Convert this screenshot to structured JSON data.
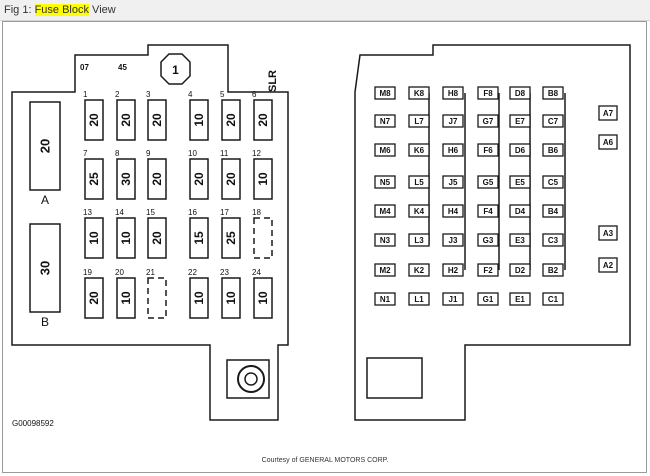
{
  "title": {
    "prefix": "Fig 1: ",
    "highlight": "Fuse Block",
    "suffix": " View"
  },
  "figure_code": "G00098592",
  "courtesy": "Courtesy of GENERAL MOTORS CORP.",
  "colors": {
    "highlight": "#ffff00",
    "line": "#1a1a1a"
  },
  "left_block": {
    "top_labels": [
      "07",
      "45"
    ],
    "relay_1": "1",
    "slr": "SLR",
    "big_fuses": [
      {
        "id": "A",
        "rating": "20"
      },
      {
        "id": "B",
        "rating": "30"
      }
    ],
    "fuses": [
      {
        "num": "1",
        "rating": "20"
      },
      {
        "num": "2",
        "rating": "20"
      },
      {
        "num": "3",
        "rating": "20"
      },
      {
        "num": "4",
        "rating": "10"
      },
      {
        "num": "5",
        "rating": "20"
      },
      {
        "num": "6",
        "rating": "20"
      },
      {
        "num": "7",
        "rating": "25"
      },
      {
        "num": "8",
        "rating": "30"
      },
      {
        "num": "9",
        "rating": "20"
      },
      {
        "num": "10",
        "rating": "20"
      },
      {
        "num": "11",
        "rating": "20"
      },
      {
        "num": "12",
        "rating": "10"
      },
      {
        "num": "13",
        "rating": "10"
      },
      {
        "num": "14",
        "rating": "10"
      },
      {
        "num": "15",
        "rating": "20"
      },
      {
        "num": "16",
        "rating": "15"
      },
      {
        "num": "17",
        "rating": "25"
      },
      {
        "num": "18",
        "rating": ""
      },
      {
        "num": "19",
        "rating": "20"
      },
      {
        "num": "20",
        "rating": "10"
      },
      {
        "num": "21",
        "rating": ""
      },
      {
        "num": "22",
        "rating": "10"
      },
      {
        "num": "23",
        "rating": "10"
      },
      {
        "num": "24",
        "rating": "10"
      }
    ]
  },
  "right_block": {
    "columns": [
      [
        "M8",
        "N7",
        "M6",
        "N5",
        "M4",
        "N3",
        "M2",
        "N1"
      ],
      [
        "K8",
        "L7",
        "K6",
        "L5",
        "K4",
        "L3",
        "K2",
        "L1"
      ],
      [
        "H8",
        "J7",
        "H6",
        "J5",
        "H4",
        "J3",
        "H2",
        "J1"
      ],
      [
        "F8",
        "G7",
        "F6",
        "G5",
        "F4",
        "G3",
        "F2",
        "G1"
      ],
      [
        "D8",
        "E7",
        "D6",
        "E5",
        "D4",
        "E3",
        "D2",
        "E1"
      ],
      [
        "B8",
        "C7",
        "B6",
        "C5",
        "B4",
        "C3",
        "B2",
        "C1"
      ]
    ],
    "side": [
      "A7",
      "A6",
      "A3",
      "A2"
    ]
  }
}
